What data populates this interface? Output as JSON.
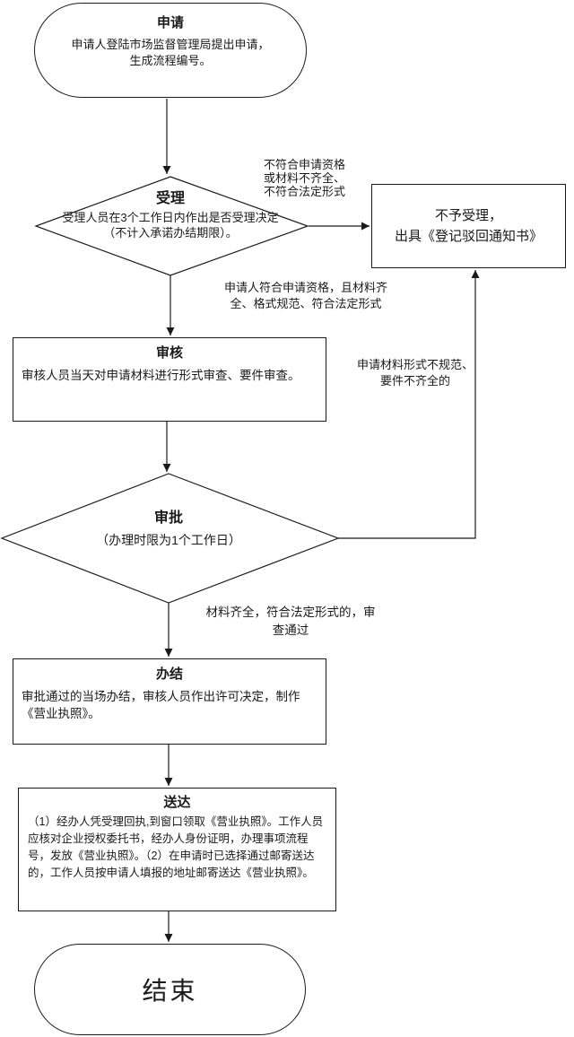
{
  "nodes": {
    "apply": {
      "title": "申请",
      "body": "申请人登陆市场监督管理局提出申请，生成流程编号。"
    },
    "accept": {
      "title": "受理",
      "body": "受理人员在3个工作日内作出是否受理决定（不计入承诺办结期限）。"
    },
    "reject": {
      "body": "不予受理，\n出具《登记驳回通知书》"
    },
    "review": {
      "title": "审核",
      "body": "审核人员当天对申请材料进行形式审查、要件审查。"
    },
    "approve": {
      "title": "审批",
      "body": "（办理时限为1个工作日）"
    },
    "complete": {
      "title": "办结",
      "body": "审批通过的当场办结，审核人员作出许可决定，制作《营业执照》。"
    },
    "deliver": {
      "title": "送达",
      "body": "（1）经办人凭受理回执,到窗口领取《营业执照》。工作人员应核对企业授权委托书，经办人身份证明，办理事项流程号，发放《营业执照》。（2）在申请时已选择通过邮寄送达的，工作人员按申请人填报的地址邮寄送达《营业执照》。"
    },
    "end": {
      "title": "结束"
    }
  },
  "edge_labels": {
    "not_qualified": "不符合申请资格\n或材料不齐全、\n不符合法定形式",
    "qualified": "申请人符合申请资格，且材料齐\n全、格式规范、符合法定形式",
    "material_invalid": "申请材料形式不规范、\n要件不齐全的",
    "material_ok": "材料齐全，符合法定形式的，审\n查通过"
  },
  "colors": {
    "line": "#1a1a1a",
    "fill": "#ffffff",
    "text": "#1a1a1a"
  }
}
